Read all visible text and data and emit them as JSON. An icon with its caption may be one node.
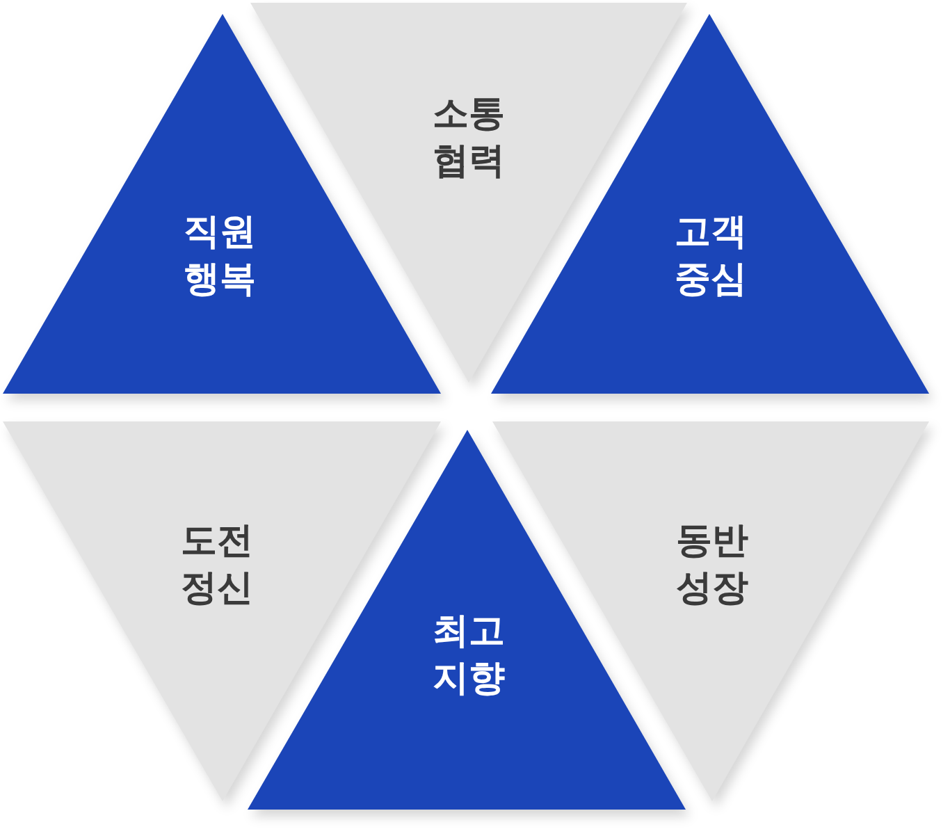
{
  "diagram": {
    "nodes": [
      {
        "text": [
          "직원 행복"
        ]
      },
      {
        "text": [
          "소통 협력"
        ]
      },
      {
        "text": [
          "고객 중심"
        ]
      },
      {
        "text": [
          "도전 정신"
        ]
      },
      {
        "text": [
          "최고 지향"
        ]
      },
      {
        "text": [
          "동반 성장"
        ]
      }
    ]
  }
}
